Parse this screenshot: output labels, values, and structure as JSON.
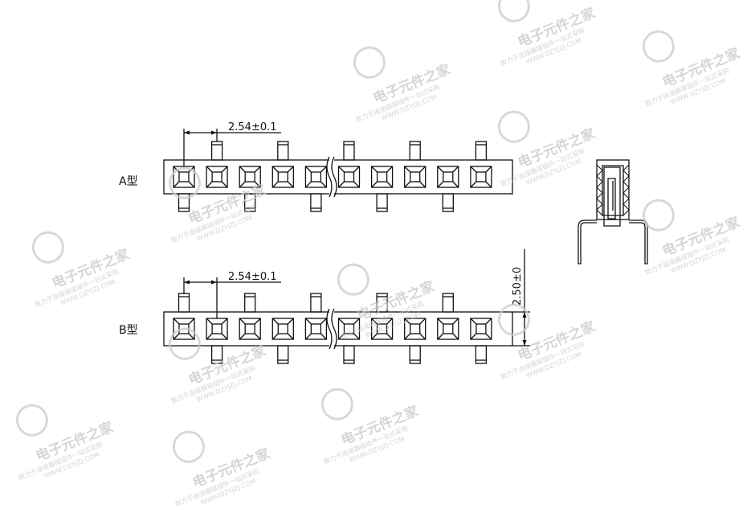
{
  "labels": {
    "type_a": "A型",
    "type_b": "B型"
  },
  "dimensions": {
    "pitch": "2.54±0.1",
    "height": "2.50±0"
  },
  "watermark": {
    "title": "电子元件之家",
    "slogan": "致力于连接器接插件一站式采购",
    "url": "WWW.DZYJZJ.COM"
  },
  "connector": {
    "positions_shown": 10,
    "pins_per_side_shown": 5
  }
}
